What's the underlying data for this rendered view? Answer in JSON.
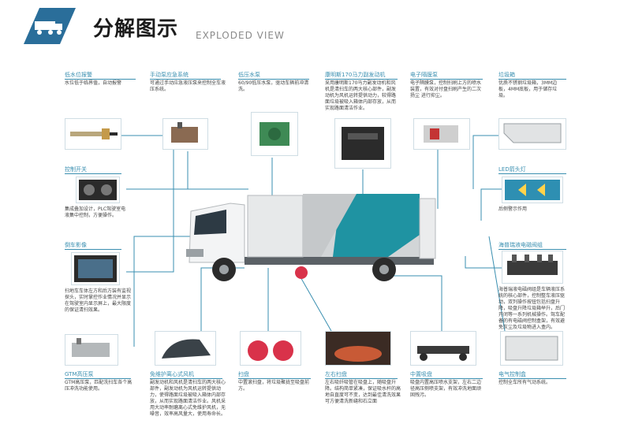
{
  "header": {
    "title": "分解图示",
    "subtitle": "EXPLODED VIEW"
  },
  "colors": {
    "accent": "#3a8fb0",
    "truck_teal": "#1f93a2",
    "truck_grey": "#c9ccce",
    "logo_blue": "#2a6e9a"
  },
  "components": [
    {
      "label": "低水位报警",
      "desc": "水位低于临界值，自动报警"
    },
    {
      "label": "手动泵应急系统",
      "desc": "可通过手动应急液压泵来控制全车液压系统。"
    },
    {
      "label": "低压水泵",
      "desc": "60/90低压水泵，驱动车辆前冲清洗。"
    },
    {
      "label": "康明斯170马力副发动机",
      "desc": "采用康明斯170马力副发动机和风机是清扫车的两大核心部件，副发动机为风机运转提供动力，较得路面垃圾被吸入箱体内部存放，从而实现路面清洁作业。"
    },
    {
      "label": "电子隔膜泵",
      "desc": "电子隔膜泵，控制扫刷上方的喷水装置，有效对付盘扫刷产生的二次扬尘 进行抑尘。"
    },
    {
      "label": "垃圾箱",
      "desc": "优质不锈钢垃圾箱，3MM边板，4MM底板，用于储存垃圾。"
    },
    {
      "label": "控制开关",
      "desc": "集成叠加设计，PLC驾驶室电液集中控制，方便操作。"
    },
    {
      "label": "LED箭头灯",
      "desc": "后侧警示作用"
    },
    {
      "label": "倒车影像",
      "desc": "扫地车车体左方和后方装有监视探头，实时掌控作业情况并显示在驾驶室内显示屏上，最大限度的保证清扫效果。"
    },
    {
      "label": "海普瑞液电磁阀组",
      "desc": "海普瑞液电磁阀组是车辆液压系统的核心部件，控制整车液压驱动，双列操作按钮包括扫盘升降，吸盘升降垃圾箱举升，后门开闭等一系列机械操作。驾车配备的有电磁阀控制盒架，有效避免灰尘及垃圾物进入盒内。"
    },
    {
      "label": "GTM高压泵",
      "desc": "GTM高压泵，匹配洗扫车各个高压冲洗功能使用。"
    },
    {
      "label": "免维护离心式风机",
      "desc": "副发动机和风机是清扫车的两大核心部件，副发动机为风机运转提供动力，使得路面垃圾被吸入箱体内部存放，从而实现路面清洁作业。风机采用大动率耐磨离心式免维护风机，无噪音，效率高风量大，使用寿命长。"
    },
    {
      "label": "扫盘",
      "desc": "中置滚扫盘，将垃圾聚拢至吸盘前方。"
    },
    {
      "label": "左右扫盘",
      "desc": "左右吸纤吸管在吸盘上，随吸盘升降。结构简单紧凑，保证吸水杆的高地自直度可不变，达到最佳清洗效果可方便清洗新缝和石立面"
    },
    {
      "label": "中置吸盘",
      "desc": "吸盘内置高压喷水支架，左右二边径高压侧喷支架，有效冲洗地面顽固残污。"
    },
    {
      "label": "电气控制盒",
      "desc": "控制全车所有气动系统。"
    }
  ]
}
